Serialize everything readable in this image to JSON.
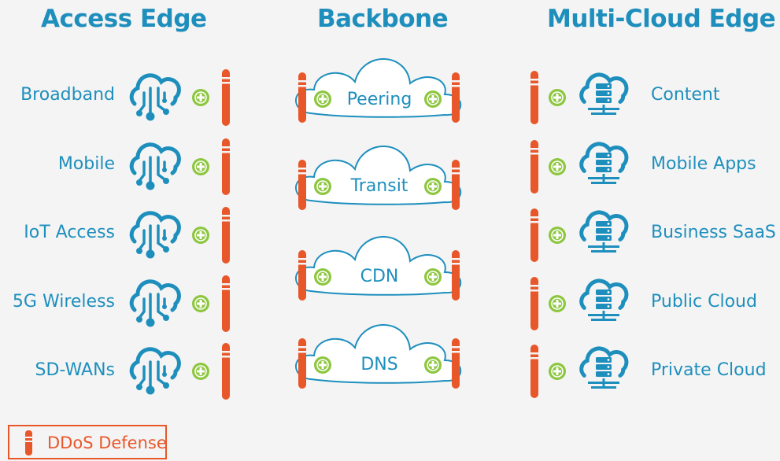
{
  "columns": {
    "access_edge": {
      "title": "Access Edge",
      "items": [
        "Broadband",
        "Mobile",
        "IoT Access",
        "5G Wireless",
        "SD-WANs"
      ]
    },
    "backbone": {
      "title": "Backbone",
      "items": [
        "Peering",
        "Transit",
        "CDN",
        "DNS"
      ]
    },
    "multi_cloud_edge": {
      "title": "Multi-Cloud Edge",
      "items": [
        "Content",
        "Mobile Apps",
        "Business SaaS",
        "Public Cloud",
        "Private Cloud"
      ]
    }
  },
  "legend": {
    "label": "DDoS Defense"
  },
  "colors": {
    "title_blue": "#1e8fbd",
    "icon_blue": "#1e8fbd",
    "ddos_orange": "#e8572a",
    "connector_green": "#8dc63f",
    "background": "#f4f4f4"
  },
  "icons": [
    "access-cloud-icon",
    "green-connector-icon",
    "ddos-defense-bar-icon",
    "server-cloud-icon",
    "backbone-cloud-icon"
  ]
}
